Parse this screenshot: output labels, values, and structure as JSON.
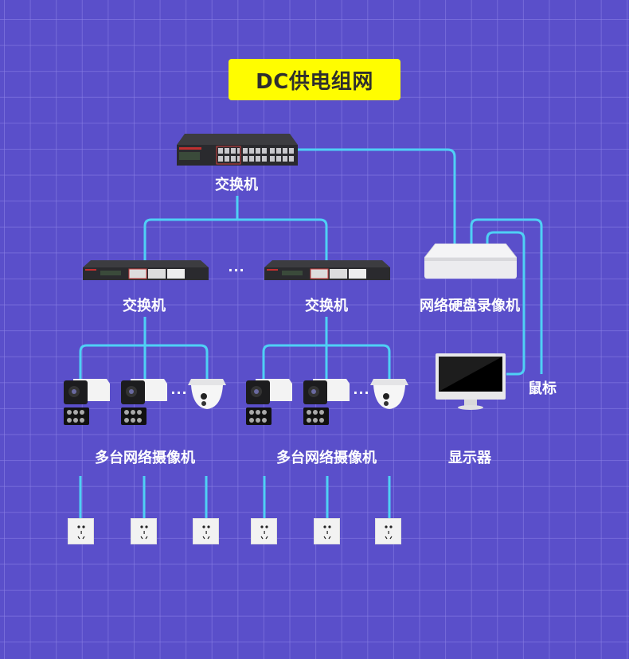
{
  "title": "DC供电组网",
  "colors": {
    "background": "#5a4fca",
    "title_bg": "#fffd00",
    "wire": "#4fd0f5",
    "label": "#ffffff"
  },
  "nodes": {
    "core_switch": {
      "label": "交换机",
      "icon": "network-switch-24port"
    },
    "switch_left": {
      "label": "交换机",
      "icon": "network-switch-24port"
    },
    "switch_right": {
      "label": "交换机",
      "icon": "network-switch-24port"
    },
    "nvr": {
      "label": "网络硬盘录像机",
      "icon": "nvr-box"
    },
    "cameras_left": {
      "label": "多台网络摄像机",
      "icons": [
        "bullet-camera",
        "bullet-camera",
        "dome-camera"
      ]
    },
    "cameras_right": {
      "label": "多台网络摄像机",
      "icons": [
        "bullet-camera",
        "bullet-camera",
        "dome-camera"
      ]
    },
    "monitor": {
      "label": "显示器",
      "icon": "monitor"
    },
    "mouse": {
      "label": "鼠标"
    }
  },
  "ellipsis": "···",
  "outlets": {
    "count": 6,
    "icon": "power-outlet"
  }
}
